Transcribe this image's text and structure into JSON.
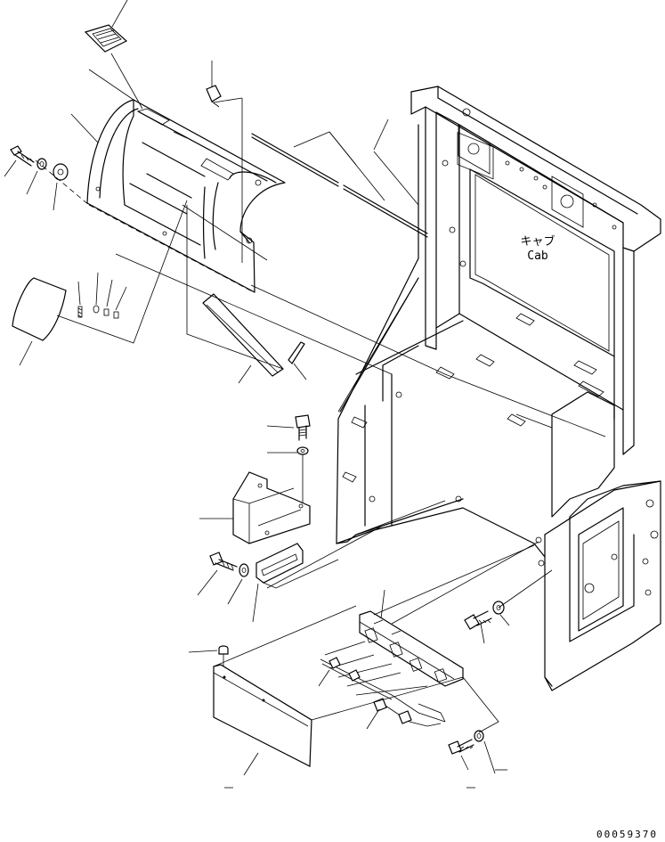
{
  "diagram": {
    "cab_label_ja": "キャブ",
    "cab_label_en": "Cab",
    "drawing_number": "00059370"
  }
}
